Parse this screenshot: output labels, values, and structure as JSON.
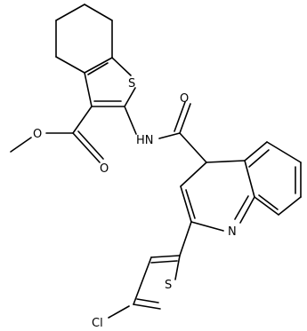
{
  "atoms": {
    "s_thiophene": "S",
    "o_carbonyl_amide": "O",
    "n_amide": "HN",
    "o_ester_single": "O",
    "o_ester_double": "O",
    "n_quinoline": "N",
    "s_chlorothiophene": "S",
    "cl": "Cl"
  }
}
